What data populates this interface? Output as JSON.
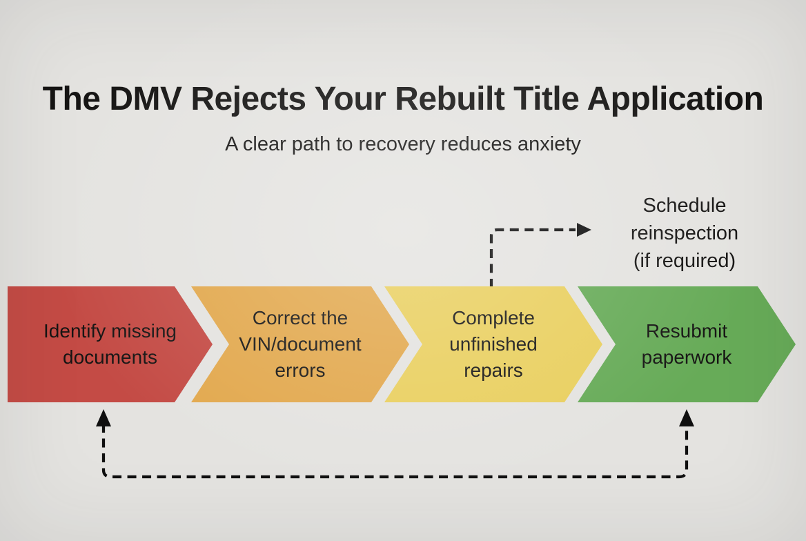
{
  "title": "The DMV Rejects Your Rebuilt Title Application",
  "subtitle": "A clear path to recovery reduces anxiety",
  "steps": [
    {
      "label": "Identify missing\ndocuments",
      "color": "#c44b45"
    },
    {
      "label": "Correct the\nVIN/document\nerrors",
      "color": "#e2a84d"
    },
    {
      "label": "Complete\nunfinished\nrepairs",
      "color": "#e9cf5e"
    },
    {
      "label": "Resubmit\npaperwork",
      "color": "#67ab58"
    }
  ],
  "annotation": "Schedule\nreinspection\n(if required)",
  "colors": {
    "background": "#e4e3e0",
    "text": "#161514",
    "arrow": "#0f0f0f"
  }
}
